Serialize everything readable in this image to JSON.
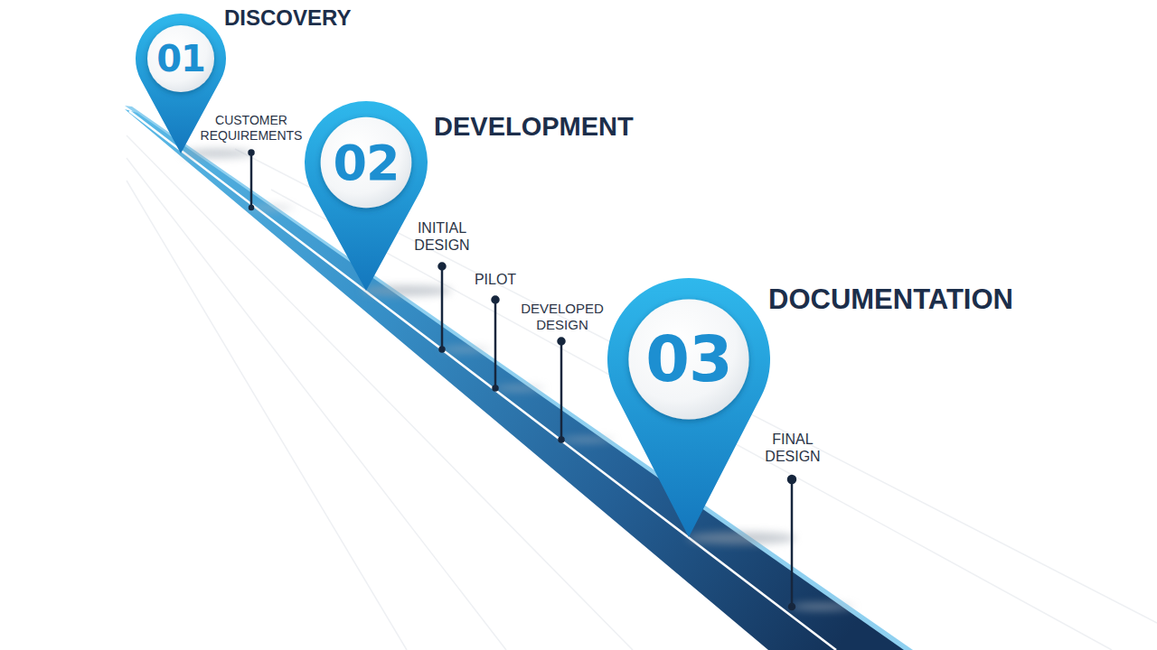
{
  "diagram": {
    "nodes": [
      {
        "text": [
          "01",
          "DISCOVERY"
        ]
      },
      {
        "text": [
          "02",
          "DEVELOPMENT"
        ]
      },
      {
        "text": [
          "03",
          "DOCUMENTATION"
        ]
      }
    ],
    "labels": [
      "CUSTOMER REQUIREMENTS",
      "INITIAL DESIGN",
      "PILOT",
      "DEVELOPED DESIGN",
      "FINAL DESIGN"
    ]
  }
}
